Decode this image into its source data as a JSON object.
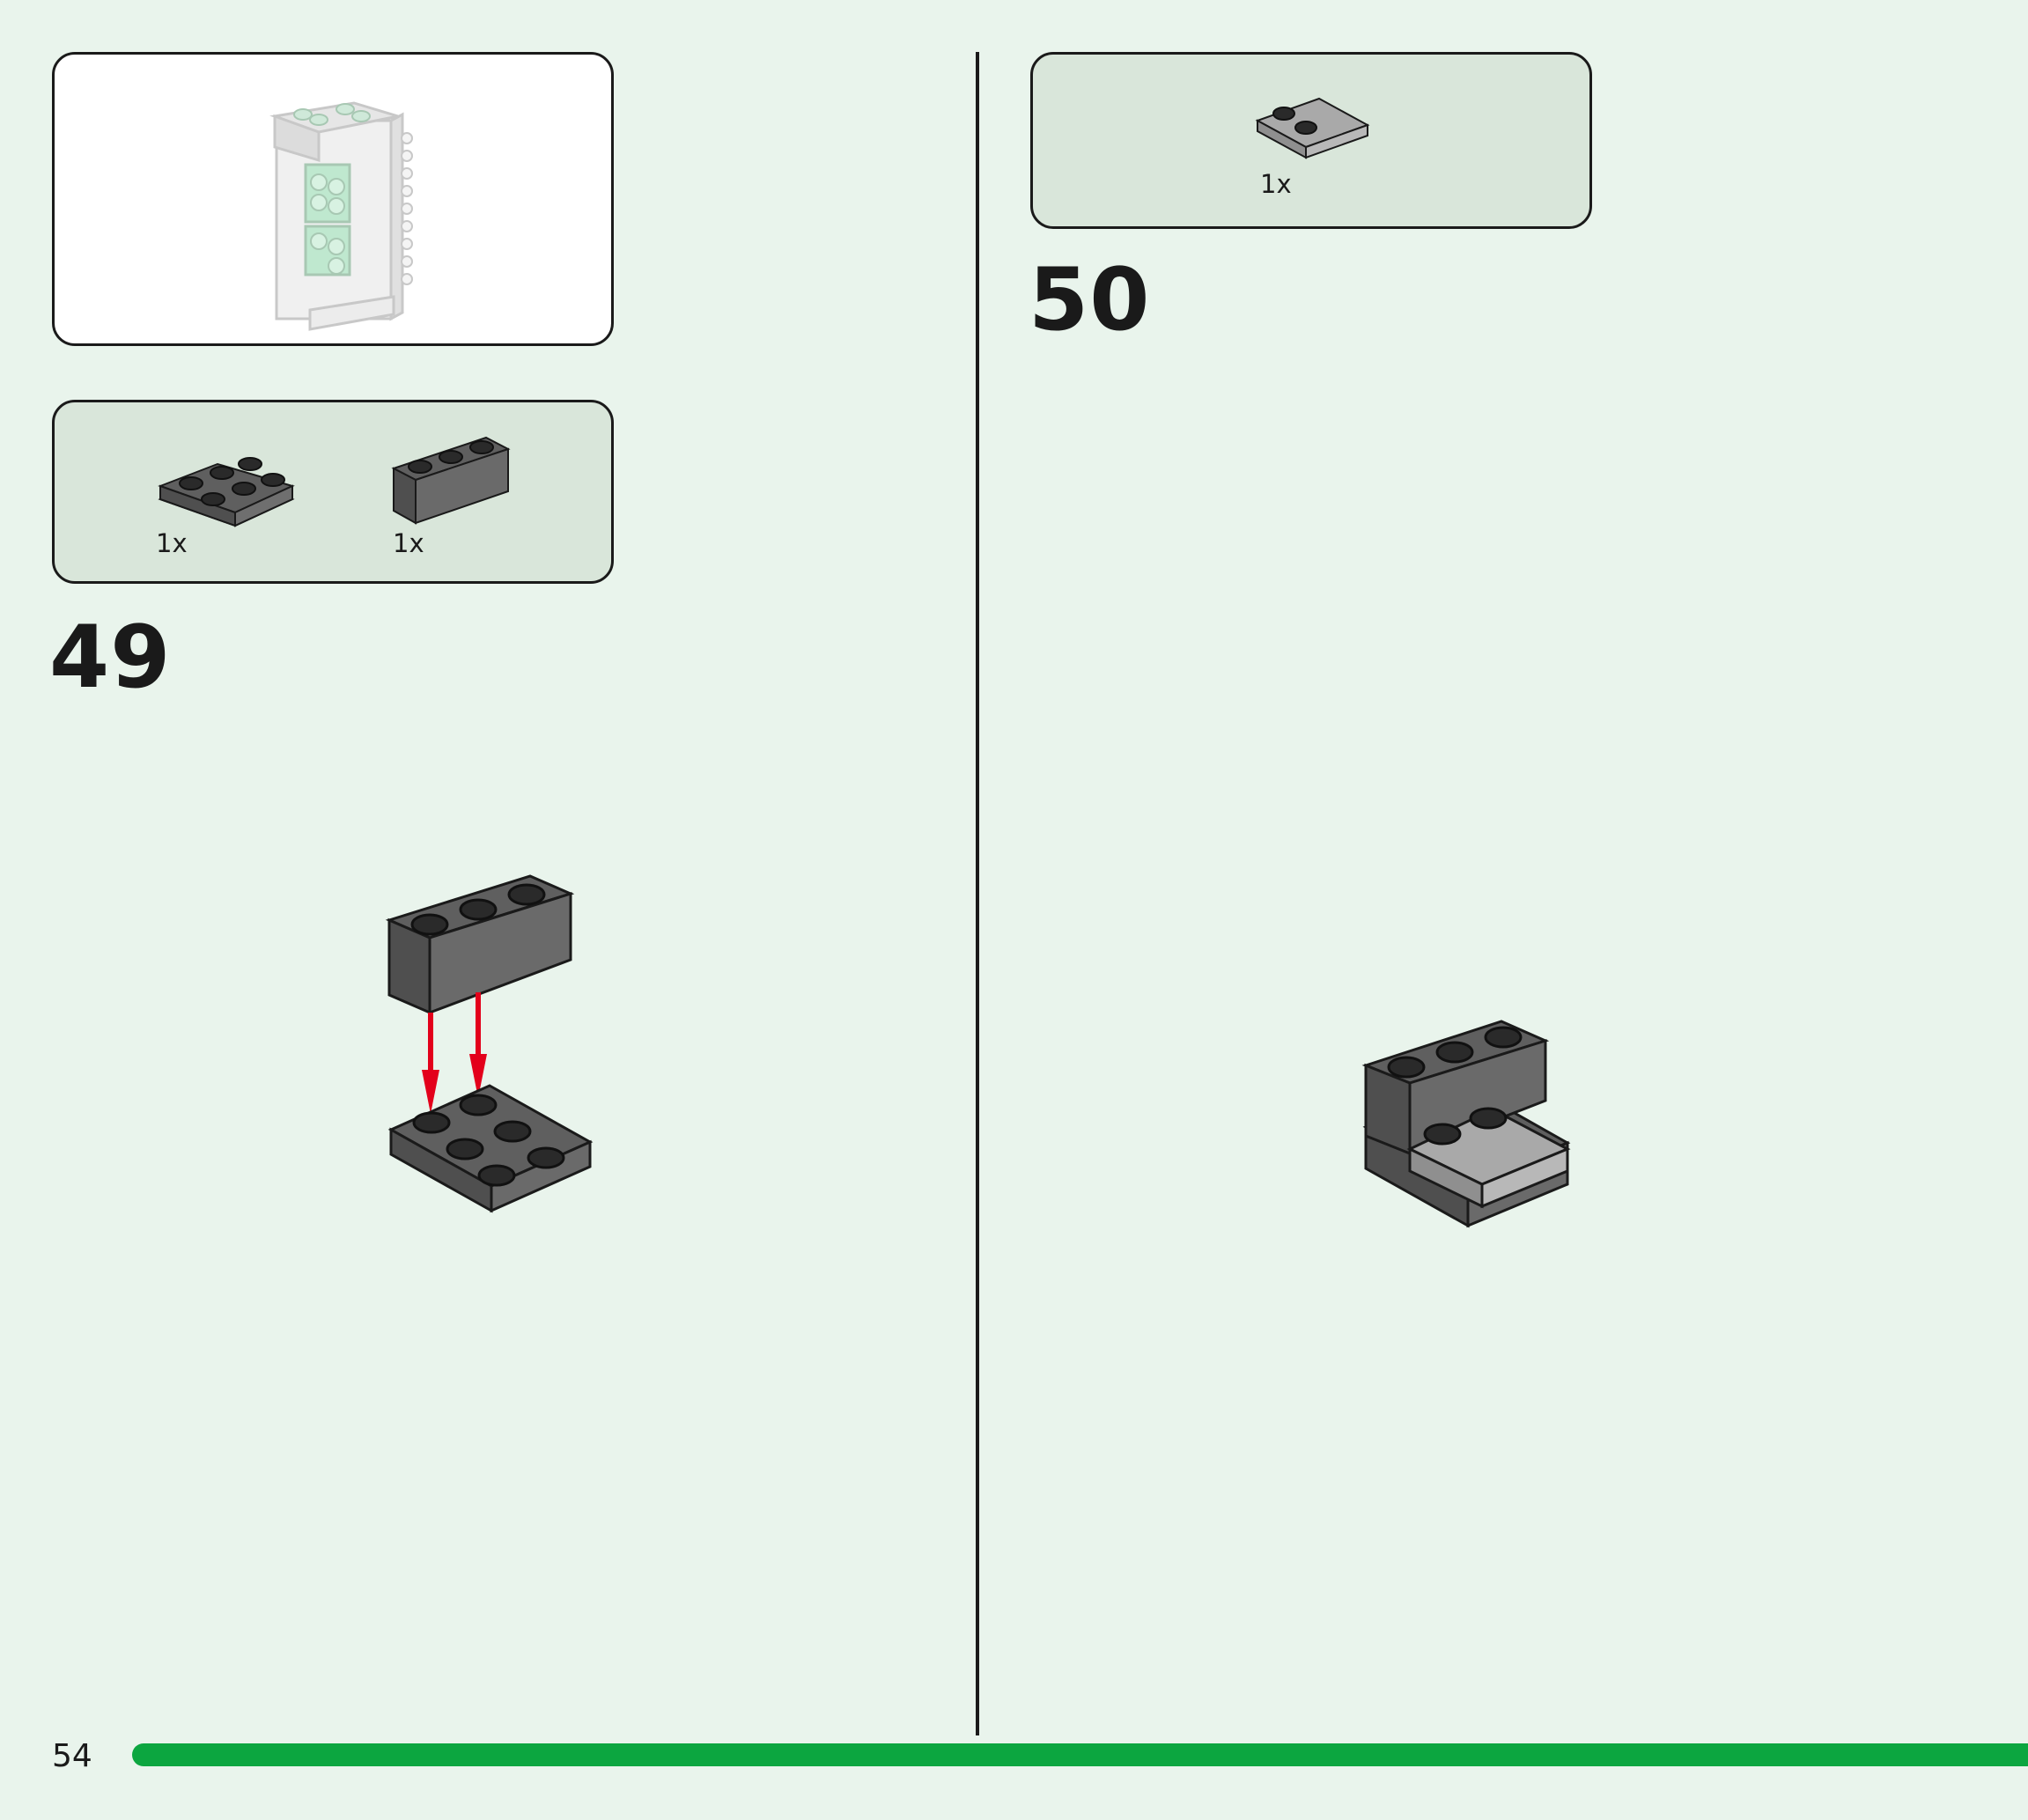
{
  "page": {
    "number": "54"
  },
  "steps": [
    {
      "number": "49",
      "parts": [
        {
          "qty": "1x",
          "icon": "plate-2x3-dark-gray"
        },
        {
          "qty": "1x",
          "icon": "brick-1x3-dark-gray"
        }
      ]
    },
    {
      "number": "50",
      "parts": [
        {
          "qty": "1x",
          "icon": "plate-2x2-light-gray"
        }
      ]
    }
  ],
  "colors": {
    "background": "#e9f4ec",
    "parts_box": "#d9e6da",
    "dark_gray": "#5f5f5f",
    "light_gray": "#a9a9a9",
    "arrow": "#e3001b",
    "progress": "#0ca640"
  }
}
